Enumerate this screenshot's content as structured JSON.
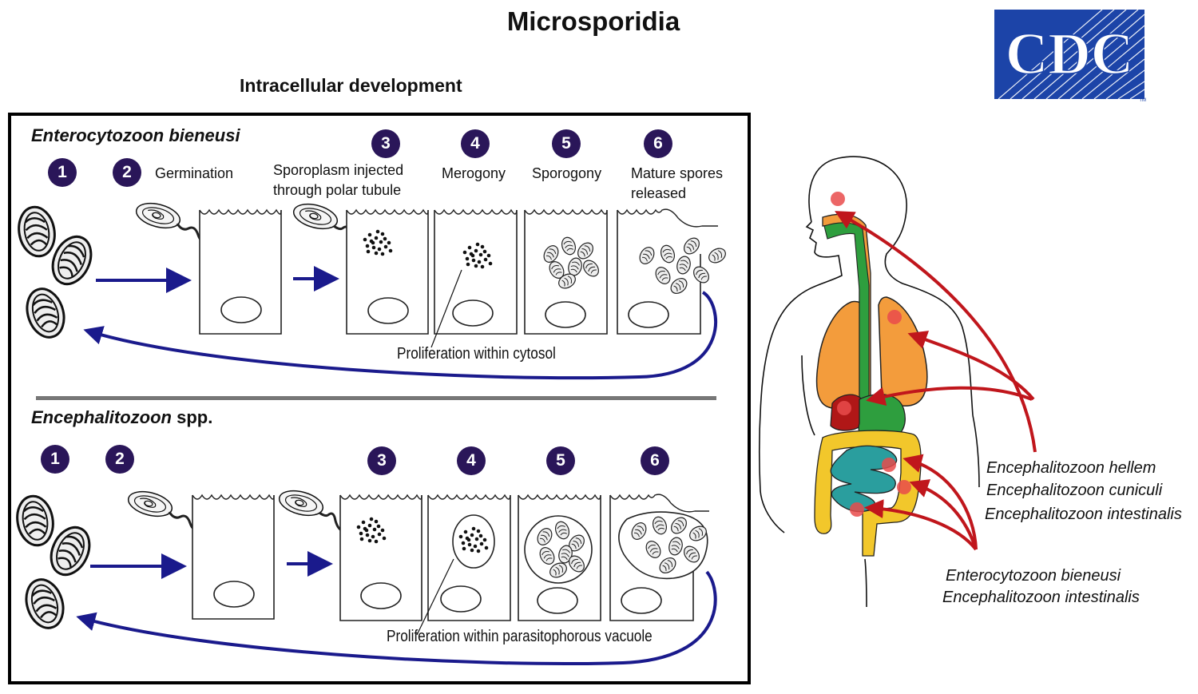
{
  "title": "Microsporidia",
  "subtitle": "Intracellular development",
  "logo": {
    "text": "CDC",
    "trademark": "TM",
    "color": "#1c44a8"
  },
  "panel_top": {
    "species": "Enterocytozoon bieneusi",
    "steps": [
      "1",
      "2",
      "3",
      "4",
      "5",
      "6"
    ],
    "labels": {
      "germination": "Germination",
      "injected_line1": "Sporoplasm injected",
      "injected_line2": "through polar tubule",
      "merogony": "Merogony",
      "sporogony": "Sporogony",
      "mature_line1": "Mature spores",
      "mature_line2": "released"
    },
    "proliferation": "Proliferation within cytosol"
  },
  "panel_bottom": {
    "species_italic": "Encephalitozoon",
    "species_plain": "spp.",
    "steps": [
      "1",
      "2",
      "3",
      "4",
      "5",
      "6"
    ],
    "proliferation": "Proliferation within parasitophorous vacuole"
  },
  "body_labels": {
    "group1": [
      "Encephalitozoon hellem",
      "Encephalitozoon cuniculi",
      "Encephalitozoon intestinalis"
    ],
    "group2": [
      "Enterocytozoon bieneusi",
      "Encephalitozoon intestinalis"
    ]
  },
  "colors": {
    "step_circle": "#2a1659",
    "cycle_arrow": "#1a1a8c",
    "body_arrow": "#c0161c",
    "lungs": "#f39c3c",
    "stomach": "#2e9e3e",
    "colon": "#f2c72b",
    "small_intestine": "#2a9e9e",
    "liver": "#b01717"
  }
}
